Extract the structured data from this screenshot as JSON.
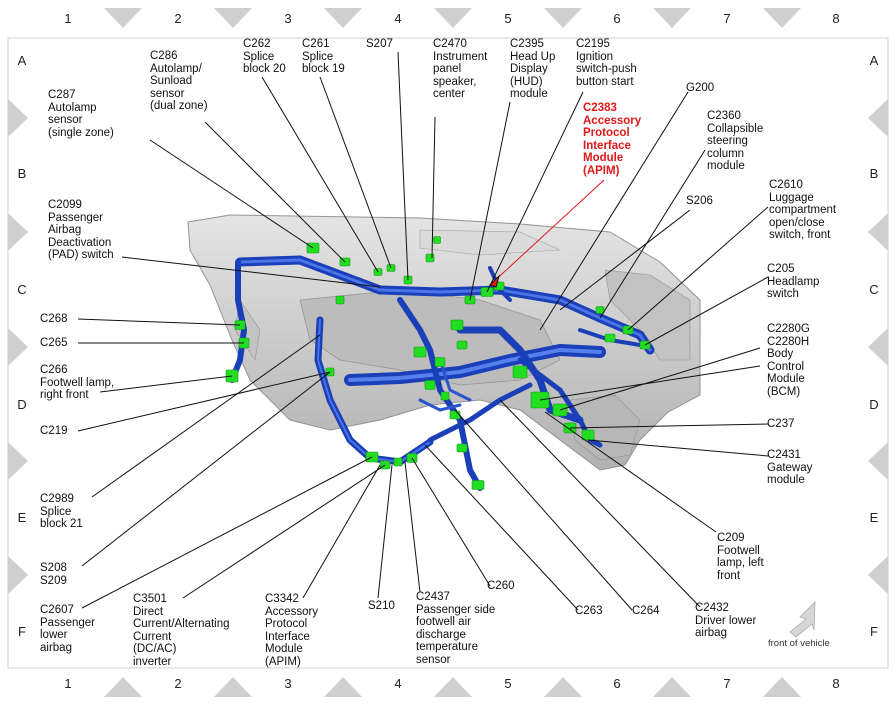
{
  "grid": {
    "columns": [
      "1",
      "2",
      "3",
      "4",
      "5",
      "6",
      "7",
      "8"
    ],
    "rows": [
      "A",
      "B",
      "C",
      "D",
      "E",
      "F"
    ]
  },
  "labels": {
    "c287": "C287\nAutolamp\nsensor\n(single zone)",
    "c286": "C286\nAutolamp/\nSunload\nsensor\n(dual zone)",
    "c262": "C262\nSplice\nblock 20",
    "c261": "C261\nSplice\nblock 19",
    "s207": "S207",
    "c2470": "C2470\nInstrument\npanel\nspeaker,\ncenter",
    "c2395": "C2395\nHead Up\nDisplay\n(HUD)\nmodule",
    "c2195": "C2195\nIgnition\nswitch-push\nbutton start",
    "c2383": "C2383\nAccessory\nProtocol\nInterface\nModule\n(APIM)",
    "g200": "G200",
    "c2360": "C2360\nCollapsible\nsteering\ncolumn\nmodule",
    "s206": "S206",
    "c2610": "C2610\nLuggage\ncompartment\nopen/close\nswitch, front",
    "c205": "C205\nHeadlamp\nswitch",
    "c2099": "C2099\nPassenger\nAirbag\nDeactivation\n(PAD) switch",
    "c268": "C268",
    "c265": "C265",
    "c266": "C266\nFootwell lamp,\nright front",
    "c219": "C219",
    "c2280": "C2280G\nC2280H\nBody\nControl\nModule\n(BCM)",
    "c237": "C237",
    "c2431": "C2431\nGateway\nmodule",
    "c2989": "C2989\nSplice\nblock 21",
    "s208": "S208\nS209",
    "c209": "C209\nFootwell\nlamp, left\nfront",
    "c2607": "C2607\nPassenger\nlower\nairbag",
    "c3501": "C3501\nDirect\nCurrent/Alternating\nCurrent\n(DC/AC)\ninverter",
    "c3342": "C3342\nAccessory\nProtocol\nInterface\nModule\n(APIM)",
    "s210": "S210",
    "c2437": "C2437\nPassenger side\nfootwell air\ndischarge\ntemperature\nsensor",
    "c260": "C260",
    "c263": "C263",
    "c264": "C264",
    "c2432": "C2432\nDriver lower\nairbag"
  },
  "front_of_vehicle": "front of vehicle",
  "colors": {
    "harness": "#1a3fb8",
    "harness_highlight": "#4a74e8",
    "connector": "#22dd22",
    "highlight_label": "#e01818",
    "dash_panel": "#c8c8c8",
    "border_triangle": "#cfcfcf"
  }
}
